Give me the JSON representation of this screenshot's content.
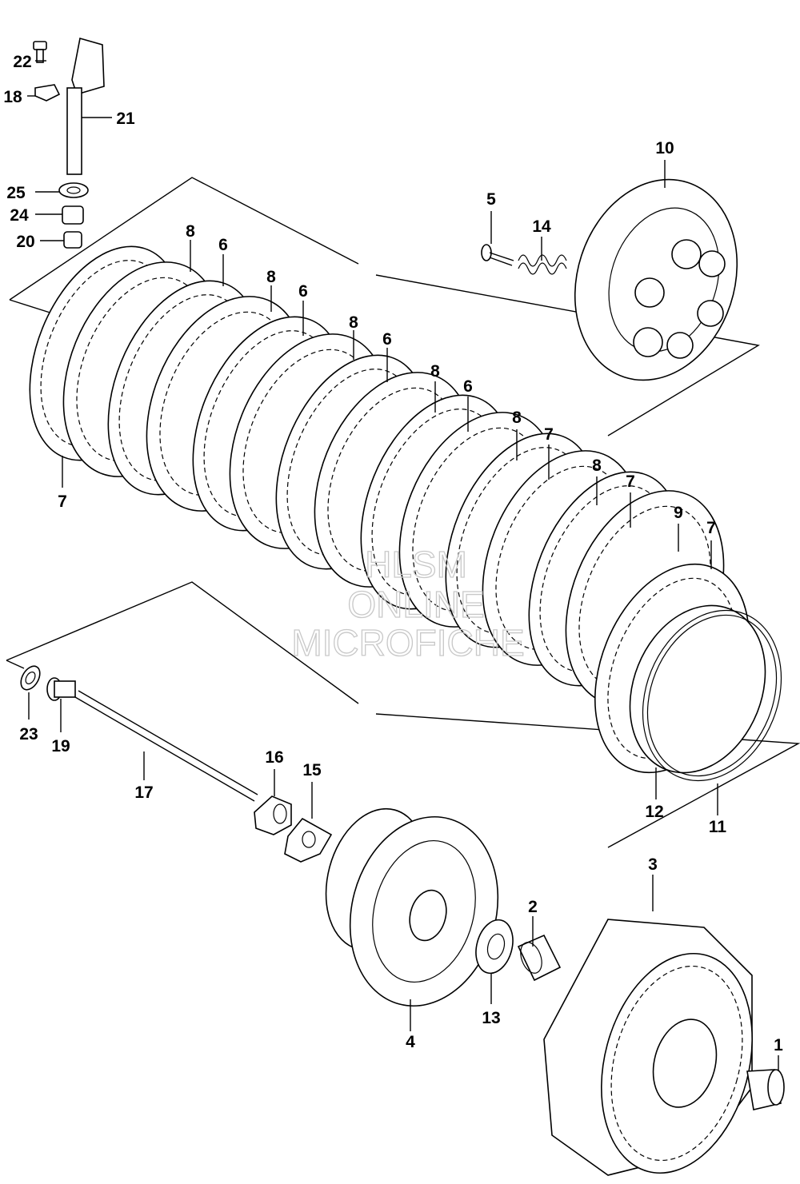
{
  "watermark": {
    "line1": "HLSM",
    "line2": "ONLINE",
    "line3": "MICROFICHE"
  },
  "labels": {
    "p1": "1",
    "p2": "2",
    "p3": "3",
    "p4": "4",
    "p5": "5",
    "p6": "6",
    "p7": "7",
    "p8": "8",
    "p9": "9",
    "p10": "10",
    "p11": "11",
    "p12": "12",
    "p13": "13",
    "p14": "14",
    "p15": "15",
    "p16": "16",
    "p17": "17",
    "p18": "18",
    "p19": "19",
    "p20": "20",
    "p21": "21",
    "p22": "22",
    "p23": "23",
    "p24": "24",
    "p25": "25"
  }
}
